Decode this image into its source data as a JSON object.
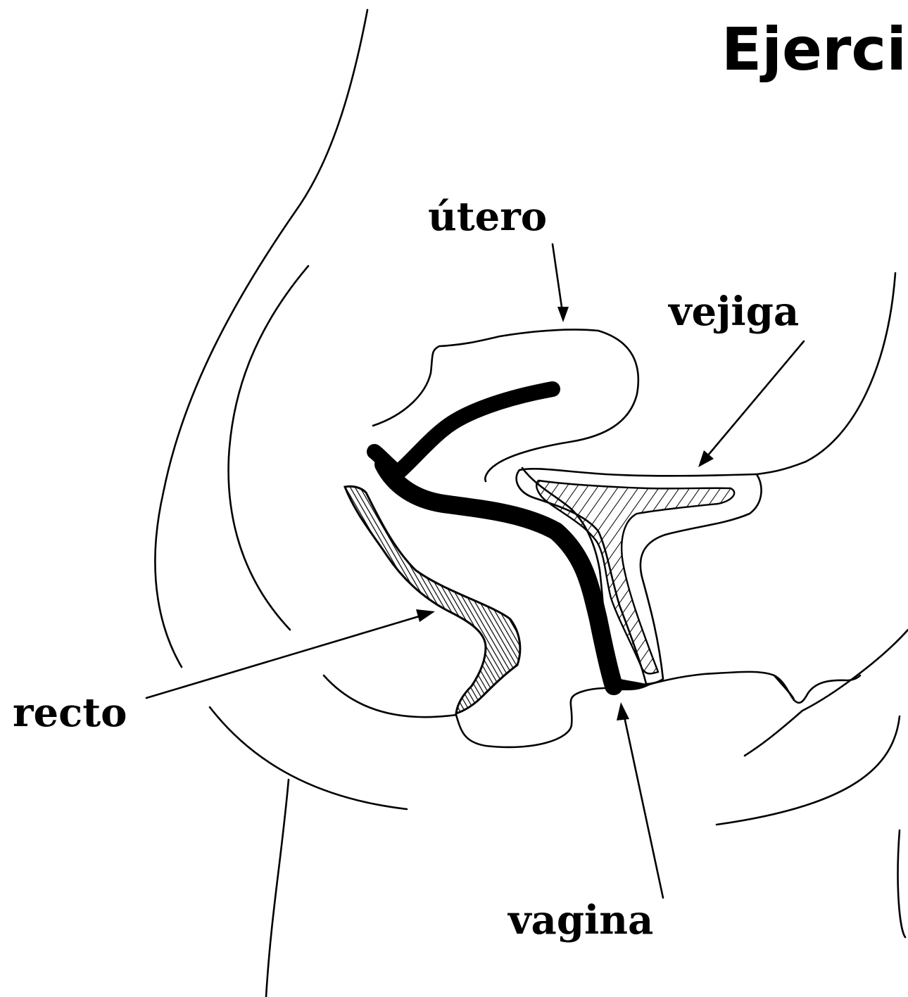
{
  "page_heading": "Ejerci",
  "labels": {
    "uterus": "útero",
    "bladder": "vejiga",
    "rectum": "recto",
    "vagina": "vagina"
  },
  "colors": {
    "ink": "#000000",
    "paper": "#ffffff"
  }
}
